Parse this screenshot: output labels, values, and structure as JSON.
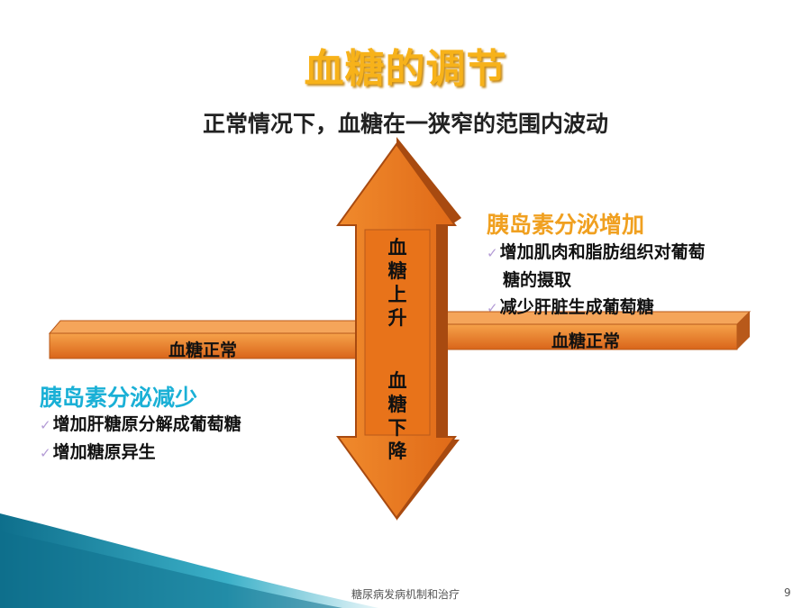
{
  "slide": {
    "title": "血糖的调节",
    "subtitle": "正常情况下，血糖在一狭窄的范围内波动"
  },
  "diagram": {
    "left_beam_label": "血糖正常",
    "right_beam_label": "血糖正常",
    "up_label": "血糖上升",
    "down_label": "血糖下降"
  },
  "insulin_increase": {
    "heading": "胰岛素分泌增加",
    "items": [
      "增加肌肉和脂肪组织对葡萄",
      "糖的摄取",
      "减少肝脏生成葡萄糖"
    ]
  },
  "insulin_decrease": {
    "heading": "胰岛素分泌减少",
    "items": [
      "增加肝糖原分解成葡萄糖",
      "增加糖原异生"
    ]
  },
  "footer": {
    "text": "糖尿病发病机制和治疗",
    "page": "9"
  },
  "colors": {
    "title": "#f7b21a",
    "heading_increase": "#f0a020",
    "heading_decrease": "#1ab0d6",
    "arrow_fill": "#e8731a",
    "arrow_dark": "#a84a10",
    "corner_teal": "#1d7f9e"
  }
}
